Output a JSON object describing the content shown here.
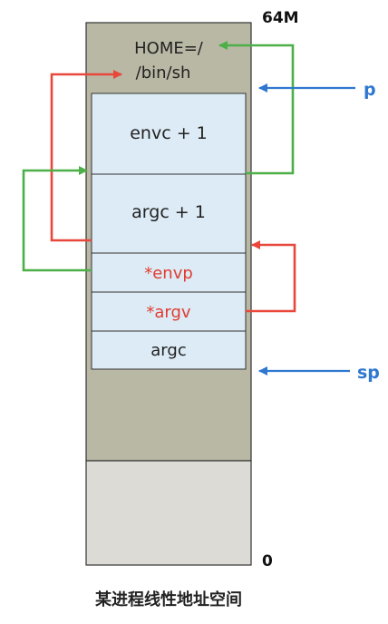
{
  "address_space": {
    "top_label": "64M",
    "bottom_label": "0",
    "caption": "某进程线性地址空间"
  },
  "strings_area": {
    "env_string": "HOME=/",
    "arg_string": "/bin/sh"
  },
  "stack_cells": {
    "envc": "envc + 1",
    "argc_plus": "argc + 1",
    "envp": "*envp",
    "argv": "*argv",
    "argc": "argc"
  },
  "pointers": {
    "p_label": "p",
    "sp_label": "sp"
  },
  "colors": {
    "memory_fill": "#b9b8a5",
    "lower_fill": "#dcdbd5",
    "cell_fill": "#dcebf5",
    "red_arrow": "#e8483c",
    "green_arrow": "#4caf47",
    "blue_arrow": "#2f78d0",
    "pointer_text_red": "#e03c31"
  }
}
